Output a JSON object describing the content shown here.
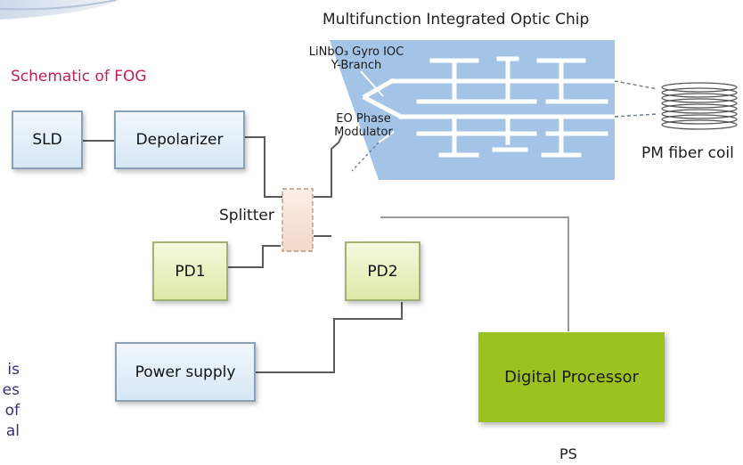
{
  "title": "Schematic of FOG",
  "chip_title": "Multifunction Integrated Optic Chip",
  "labels": {
    "ioc_line1": "LiNbO₃ Gyro IOC",
    "ioc_line2": "Y-Branch",
    "eo_line1": "EO Phase",
    "eo_line2": "Modulator",
    "fiber_coil": "PM fiber coil",
    "splitter": "Splitter",
    "ps": "PS"
  },
  "boxes": {
    "sld": "SLD",
    "depolarizer": "Depolarizer",
    "pd1": "PD1",
    "pd2": "PD2",
    "power_supply": "Power supply",
    "digital_processor": "Digital Processor"
  },
  "side_text": [
    "is",
    "es",
    "of",
    "al"
  ],
  "colors": {
    "title": "#c41f5a",
    "chip": "#9ec1e6",
    "processor": "#9bc21f",
    "side_text": "#3a2e77"
  }
}
